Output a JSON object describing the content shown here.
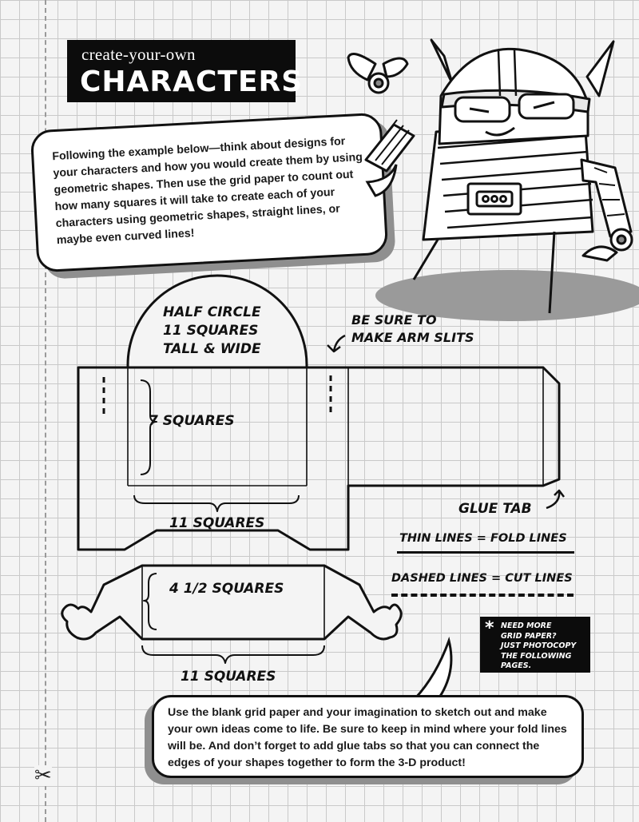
{
  "header": {
    "subtitle": "create-your-own",
    "title": "CHARACTERS"
  },
  "intro_bubble": {
    "text": "Following the example below—think about designs for your characters and how you would create them by using geometric shapes. Then use the grid paper to count out how many squares it will take to create each of your characters using geometric shapes, straight lines, or maybe even curved lines!"
  },
  "diagram": {
    "half_circle_label": [
      "HALF CIRCLE",
      "11 SQUARES",
      "TALL & WIDE"
    ],
    "arm_slits_label": [
      "BE SURE TO",
      "MAKE ARM SLITS"
    ],
    "seven_squares": "7 SQUARES",
    "eleven_squares_top": "11 SQUARES",
    "four_half_squares": "4 1/2 SQUARES",
    "eleven_squares_bottom": "11 SQUARES",
    "glue_tab": "GLUE TAB"
  },
  "legend": {
    "thin_lines": "THIN LINES = FOLD LINES",
    "dashed_lines": "DASHED LINES = CUT LINES"
  },
  "note": {
    "star": "*",
    "text": "NEED MORE\nGRID PAPER?\nJUST PHOTOCOPY\nTHE FOLLOWING\nPAGES."
  },
  "bottom_bubble": {
    "text": "Use the blank grid paper and your imagination to sketch out and make your own ideas come to life. Be sure to keep in mind where your fold lines will be. And don’t forget to add glue tabs so that you can connect the edges of your shapes together to form the 3-D product!"
  },
  "icons": {
    "scissors": "✂"
  }
}
